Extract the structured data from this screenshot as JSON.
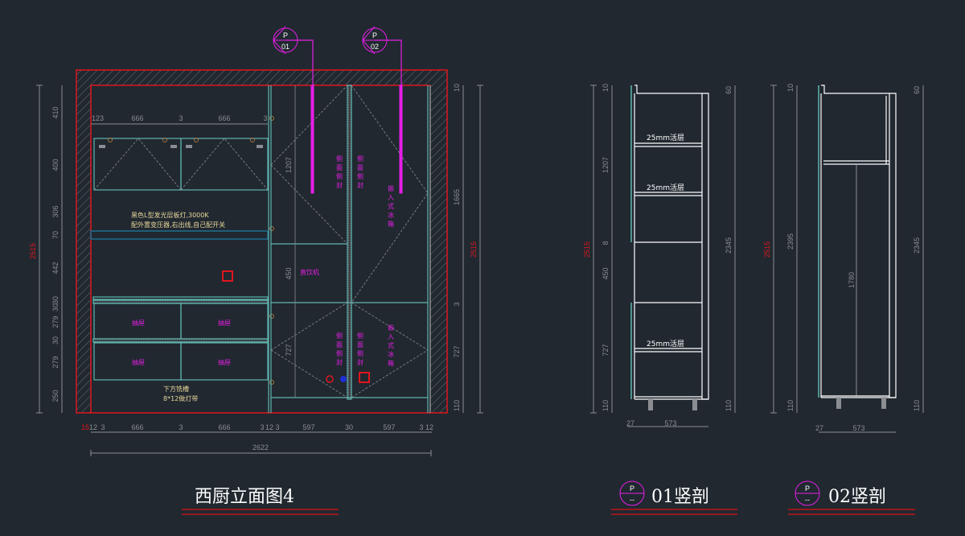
{
  "colors": {
    "background": "#212830",
    "wall": "#e0161e",
    "cabinet": "#5fb5b0",
    "dimension": "#8a8e92",
    "section_marker": "#e61ee6",
    "note": "#e8d79a",
    "section_line": "#ffffff"
  },
  "elevation": {
    "title": "西厨立面图4",
    "total_height": "2515",
    "total_width": "2622",
    "left_dims": [
      "410",
      "400",
      "306",
      "70",
      "442",
      "30",
      "30",
      "279",
      "30",
      "279",
      "250"
    ],
    "top_dims": [
      "12",
      "3",
      "666",
      "3",
      "666",
      "3"
    ],
    "bottom_dims": [
      "15",
      "12",
      "3",
      "666",
      "3",
      "666",
      "3",
      "12",
      "3",
      "597",
      "30",
      "597",
      "3",
      "12"
    ],
    "right_dims": [
      "10",
      "1665",
      "3",
      "727",
      "110"
    ],
    "inner_dims": [
      "1207",
      "450",
      "727"
    ],
    "note_light": [
      "黑色L型发光层板灯,3000K",
      "配外置变压器,右出线,自己配开关"
    ],
    "note_bottom": [
      "下方铣槽",
      "8*12做灯带"
    ],
    "drawer_label": "抽屉",
    "side_panel_label": "侧面侧封",
    "fridge_label": "嵌入式冰箱",
    "dispenser_label": "直饮机",
    "section_markers": [
      {
        "top": "P",
        "bottom": "01"
      },
      {
        "top": "P",
        "bottom": "02"
      }
    ]
  },
  "section01": {
    "title": "01竖剖",
    "tag_top": "P",
    "tag_bottom": "--",
    "total": "2515",
    "left_dims": [
      "10",
      "1207",
      "8",
      "450",
      "727",
      "110"
    ],
    "right_dims": [
      "60",
      "2345",
      "110"
    ],
    "shelf_label": "25mm活层",
    "bottom_dims": [
      "27",
      "573"
    ]
  },
  "section02": {
    "title": "02竖剖",
    "tag_top": "P",
    "tag_bottom": "--",
    "total": "2515",
    "left_dims": [
      "10",
      "2395",
      "110"
    ],
    "inner_dim": "1780",
    "right_dims": [
      "60",
      "2345",
      "110"
    ],
    "bottom_dims": [
      "27",
      "573"
    ]
  }
}
